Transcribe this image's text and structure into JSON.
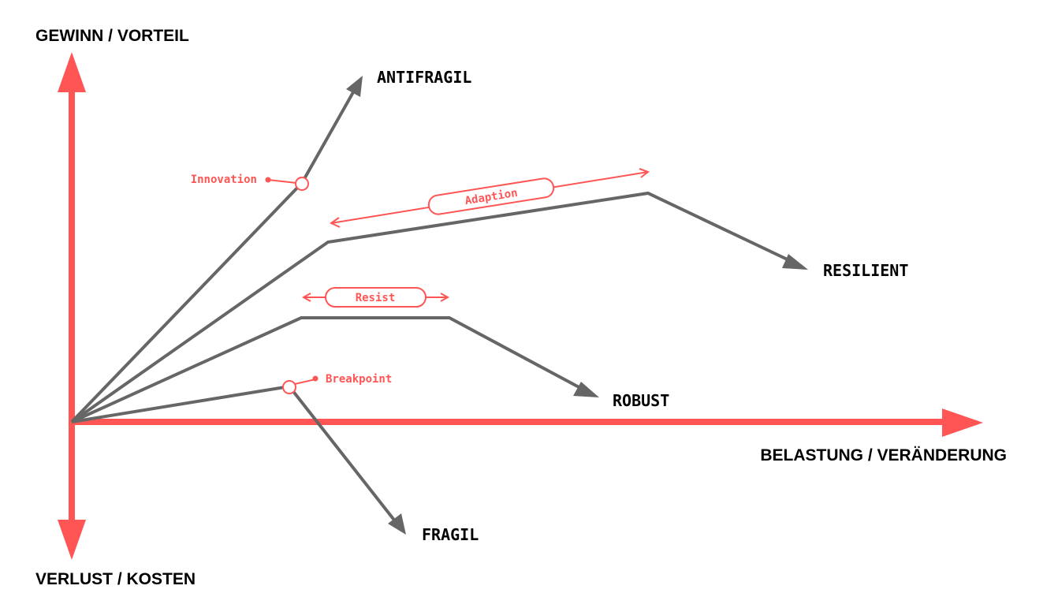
{
  "colors": {
    "accent": "#ff5555",
    "curve": "#666666",
    "text": "#000000"
  },
  "axes": {
    "y_positive": "GEWINN / VORTEIL",
    "y_negative": "VERLUST / KOSTEN",
    "x_positive": "BELASTUNG / VERÄNDERUNG"
  },
  "curves": {
    "antifragil": "ANTIFRAGIL",
    "resilient": "RESILIENT",
    "robust": "ROBUST",
    "fragil": "FRAGIL"
  },
  "annotations": {
    "innovation": "Innovation",
    "adaption": "Adaption",
    "resist": "Resist",
    "breakpoint": "Breakpoint"
  }
}
